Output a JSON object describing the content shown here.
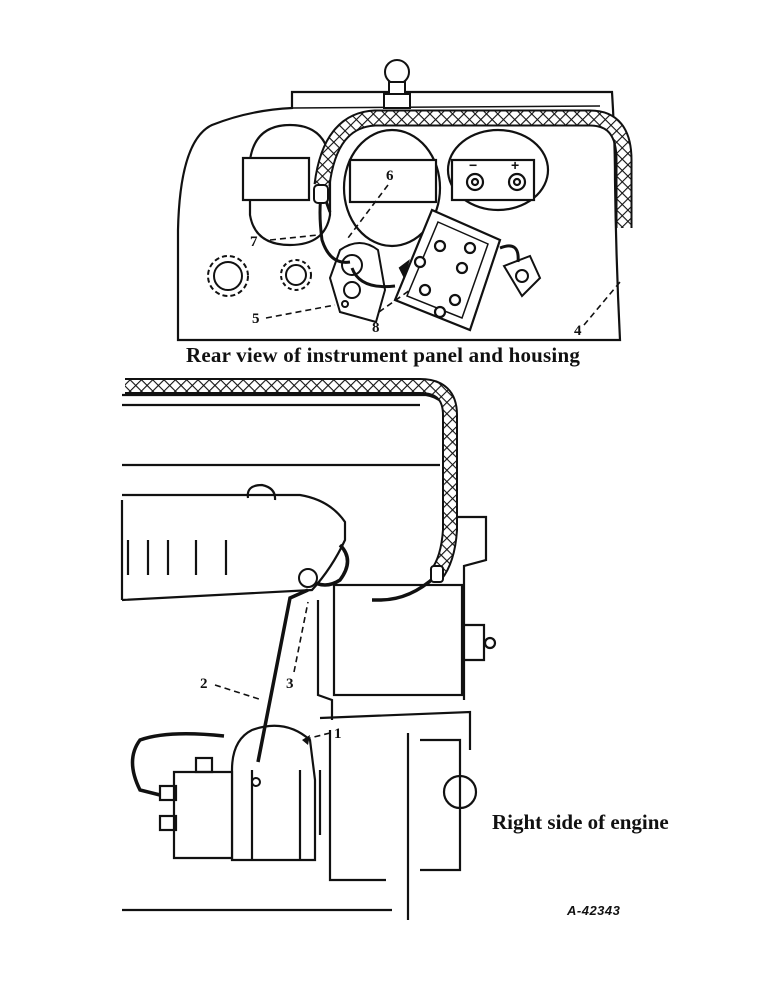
{
  "figure": {
    "top_view_caption": "Rear view of instrument panel and housing",
    "bottom_view_caption": "Right side of engine",
    "figure_id": "A-42343"
  },
  "callouts": [
    "1",
    "2",
    "3",
    "4",
    "5",
    "6",
    "7",
    "8"
  ],
  "terminal_marks": {
    "negative": "−",
    "positive": "+"
  },
  "colors": {
    "ink": "#111111",
    "paper": "#ffffff"
  }
}
